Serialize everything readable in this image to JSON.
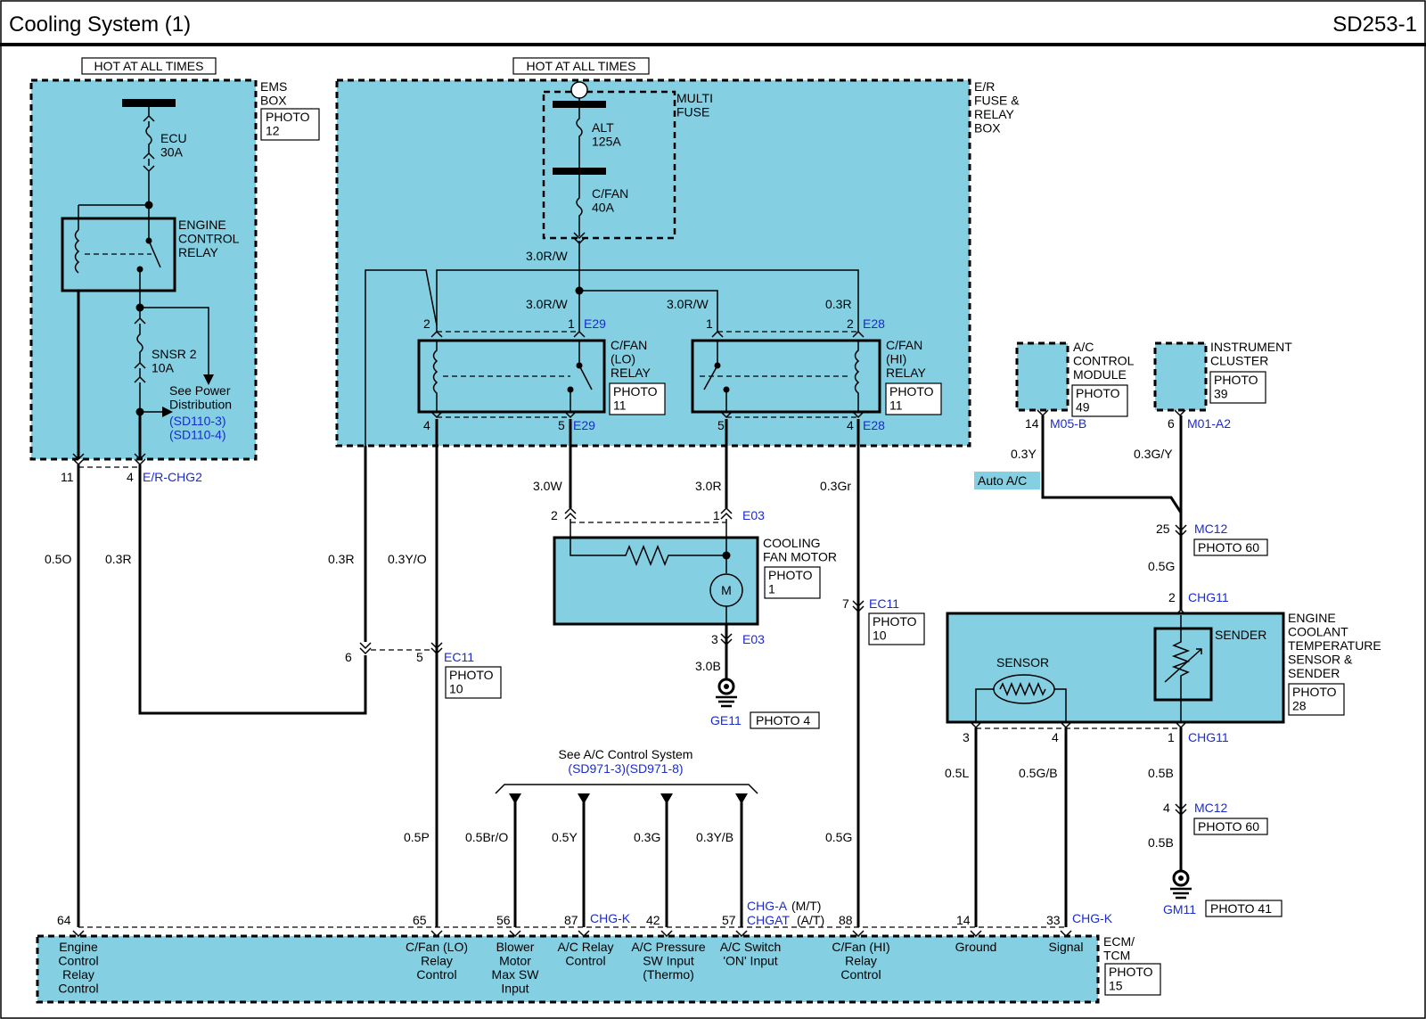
{
  "header": {
    "title": "Cooling System (1)",
    "code": "SD253-1"
  },
  "hot_labels": [
    "HOT AT ALL TIMES",
    "HOT AT ALL TIMES"
  ],
  "ems_box": {
    "name": "EMS\nBOX",
    "photo": "PHOTO\n12",
    "fuse_ecu": "ECU\n30A",
    "relay": "ENGINE\nCONTROL\nRELAY",
    "fuse_snsr": "SNSR 2\n10A",
    "see": "See Power\nDistribution",
    "see_refs": "(SD110-3)\n(SD110-4)"
  },
  "er_box": {
    "name": "E/R\nFUSE &\nRELAY\nBOX",
    "multi_fuse": "MULTI\nFUSE",
    "fuse_alt": "ALT\n125A",
    "fuse_cfan": "C/FAN\n40A",
    "wire_main": "3.0R/W",
    "wire_lo": "3.0R/W",
    "wire_hi": "3.0R/W",
    "wire_hi2": "0.3R",
    "relay_lo": "C/FAN\n(LO)\nRELAY",
    "relay_hi": "C/FAN\n(HI)\nRELAY",
    "relay_photo": "PHOTO\n11",
    "pins": {
      "lo2": "2",
      "lo1": "1",
      "lo4": "4",
      "lo5": "5",
      "hi1": "1",
      "hi2": "2",
      "hi5": "5",
      "hi4": "4"
    },
    "conn_e29": "E29",
    "conn_e28": "E28"
  },
  "left_wires": {
    "pin11": "11",
    "pin4": "4",
    "conn": "E/R-CHG2",
    "w_05o": "0.5O",
    "w_03r": "0.3R",
    "w_03r_b": "0.3R",
    "w_03yo": "0.3Y/O",
    "pin6": "6",
    "pin5": "5",
    "conn_ec11": "EC11",
    "photo_ec11": "PHOTO\n10"
  },
  "motor": {
    "w_30w": "3.0W",
    "w_30r": "3.0R",
    "pin2": "2",
    "pin1": "1",
    "conn": "E03",
    "name": "COOLING\nFAN MOTOR",
    "photo": "PHOTO\n1",
    "m": "M",
    "pin3": "3",
    "conn3": "E03",
    "w_30b": "3.0B",
    "ground": "GE11",
    "ground_photo": "PHOTO 4"
  },
  "hi_wire": {
    "w_03gr": "0.3Gr",
    "pin7": "7",
    "conn": "EC11",
    "photo": "PHOTO\n10"
  },
  "ac_module": {
    "name": "A/C\nCONTROL\nMODULE",
    "photo": "PHOTO\n49",
    "pin": "14",
    "conn": "M05-B",
    "wire": "0.3Y",
    "tag": "Auto A/C"
  },
  "cluster": {
    "name": "INSTRUMENT\nCLUSTER",
    "photo": "PHOTO\n39",
    "pin": "6",
    "conn": "M01-A2",
    "wire": "0.3G/Y",
    "pin25": "25",
    "conn_mc12": "MC12",
    "photo60": "PHOTO 60",
    "w_05g": "0.5G"
  },
  "ect": {
    "pin2": "2",
    "conn": "CHG11",
    "name": "ENGINE\nCOOLANT\nTEMPERATURE\nSENSOR &\nSENDER",
    "photo": "PHOTO\n28",
    "sensor": "SENSOR",
    "sender": "SENDER",
    "pin3": "3",
    "pin4": "4",
    "pin1": "1",
    "conn_b": "CHG11",
    "w_05l": "0.5L",
    "w_05gb": "0.5G/B",
    "w_05b": "0.5B",
    "pin4b": "4",
    "conn_mc12": "MC12",
    "photo60": "PHOTO 60",
    "w_05b2": "0.5B",
    "ground": "GM11",
    "ground_photo": "PHOTO 41"
  },
  "ac_system": {
    "see": "See A/C Control System",
    "refs": "(SD971-3)(SD971-8)",
    "wires": [
      "0.5Br/O",
      "0.5Y",
      "0.3G",
      "0.3Y/B"
    ]
  },
  "bottom_wires": {
    "w_05p": "0.5P",
    "w_05g": "0.5G"
  },
  "ecm": {
    "name": "ECM/\nTCM",
    "photo": "PHOTO\n15",
    "pins": [
      "64",
      "65",
      "56",
      "87",
      "42",
      "57",
      "88",
      "14",
      "33"
    ],
    "conn_chgk": "CHG-K",
    "conn_chga": "CHG-A",
    "mt": "(M/T)",
    "conn_chgat": "CHGAT",
    "at": "(A/T)",
    "conn_chgk2": "CHG-K",
    "labels": [
      "Engine\nControl\nRelay\nControl",
      "C/Fan (LO)\nRelay\nControl",
      "Blower\nMotor\nMax SW\nInput",
      "A/C Relay\nControl",
      "A/C Pressure\nSW Input\n(Thermo)",
      "A/C Switch\n'ON' Input",
      "C/Fan (HI)\nRelay\nControl",
      "Ground",
      "Signal"
    ]
  }
}
